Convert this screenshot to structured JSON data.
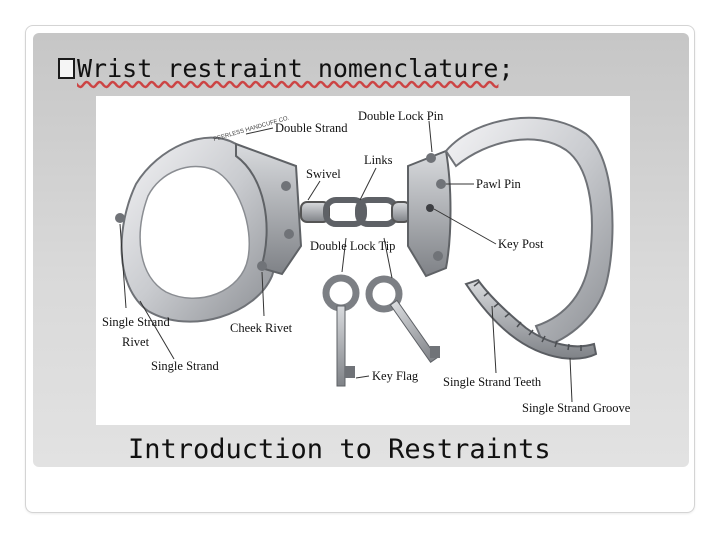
{
  "slide": {
    "bullet_glyph": "square-bullet-icon",
    "bullet_text": "Wrist restraint nomenclature",
    "bullet_punct": ";",
    "footer_title": "Introduction to Restraints"
  },
  "diagram": {
    "engraving": "PEERLESS HANDCUFF CO.",
    "labels": {
      "double_strand": "Double Strand",
      "double_lock_pin": "Double Lock Pin",
      "swivel": "Swivel",
      "links": "Links",
      "pawl_pin": "Pawl Pin",
      "double_lock_tip": "Double Lock Tip",
      "key_post": "Key Post",
      "single_strand_rivet_1": "Single Strand",
      "single_strand_rivet_2": "Rivet",
      "cheek_rivet": "Cheek Rivet",
      "single_strand": "Single Strand",
      "key_flag": "Key Flag",
      "single_strand_teeth": "Single Strand Teeth",
      "single_strand_groove": "Single Strand Groove"
    }
  },
  "colors": {
    "panel_top": "#c6c6c6",
    "panel_bottom": "#e2e2e2",
    "metal_light": "#e8e8ea",
    "metal_dark": "#7a7d82"
  }
}
